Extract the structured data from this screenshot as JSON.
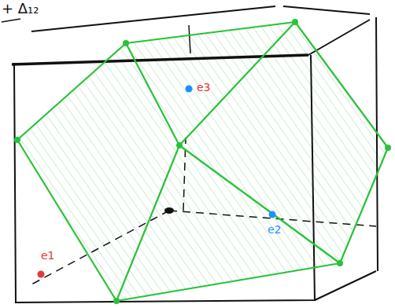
{
  "diagram": {
    "labels": [
      "+ Δ₁₂",
      "e3",
      "e2",
      "e1"
    ]
  }
}
